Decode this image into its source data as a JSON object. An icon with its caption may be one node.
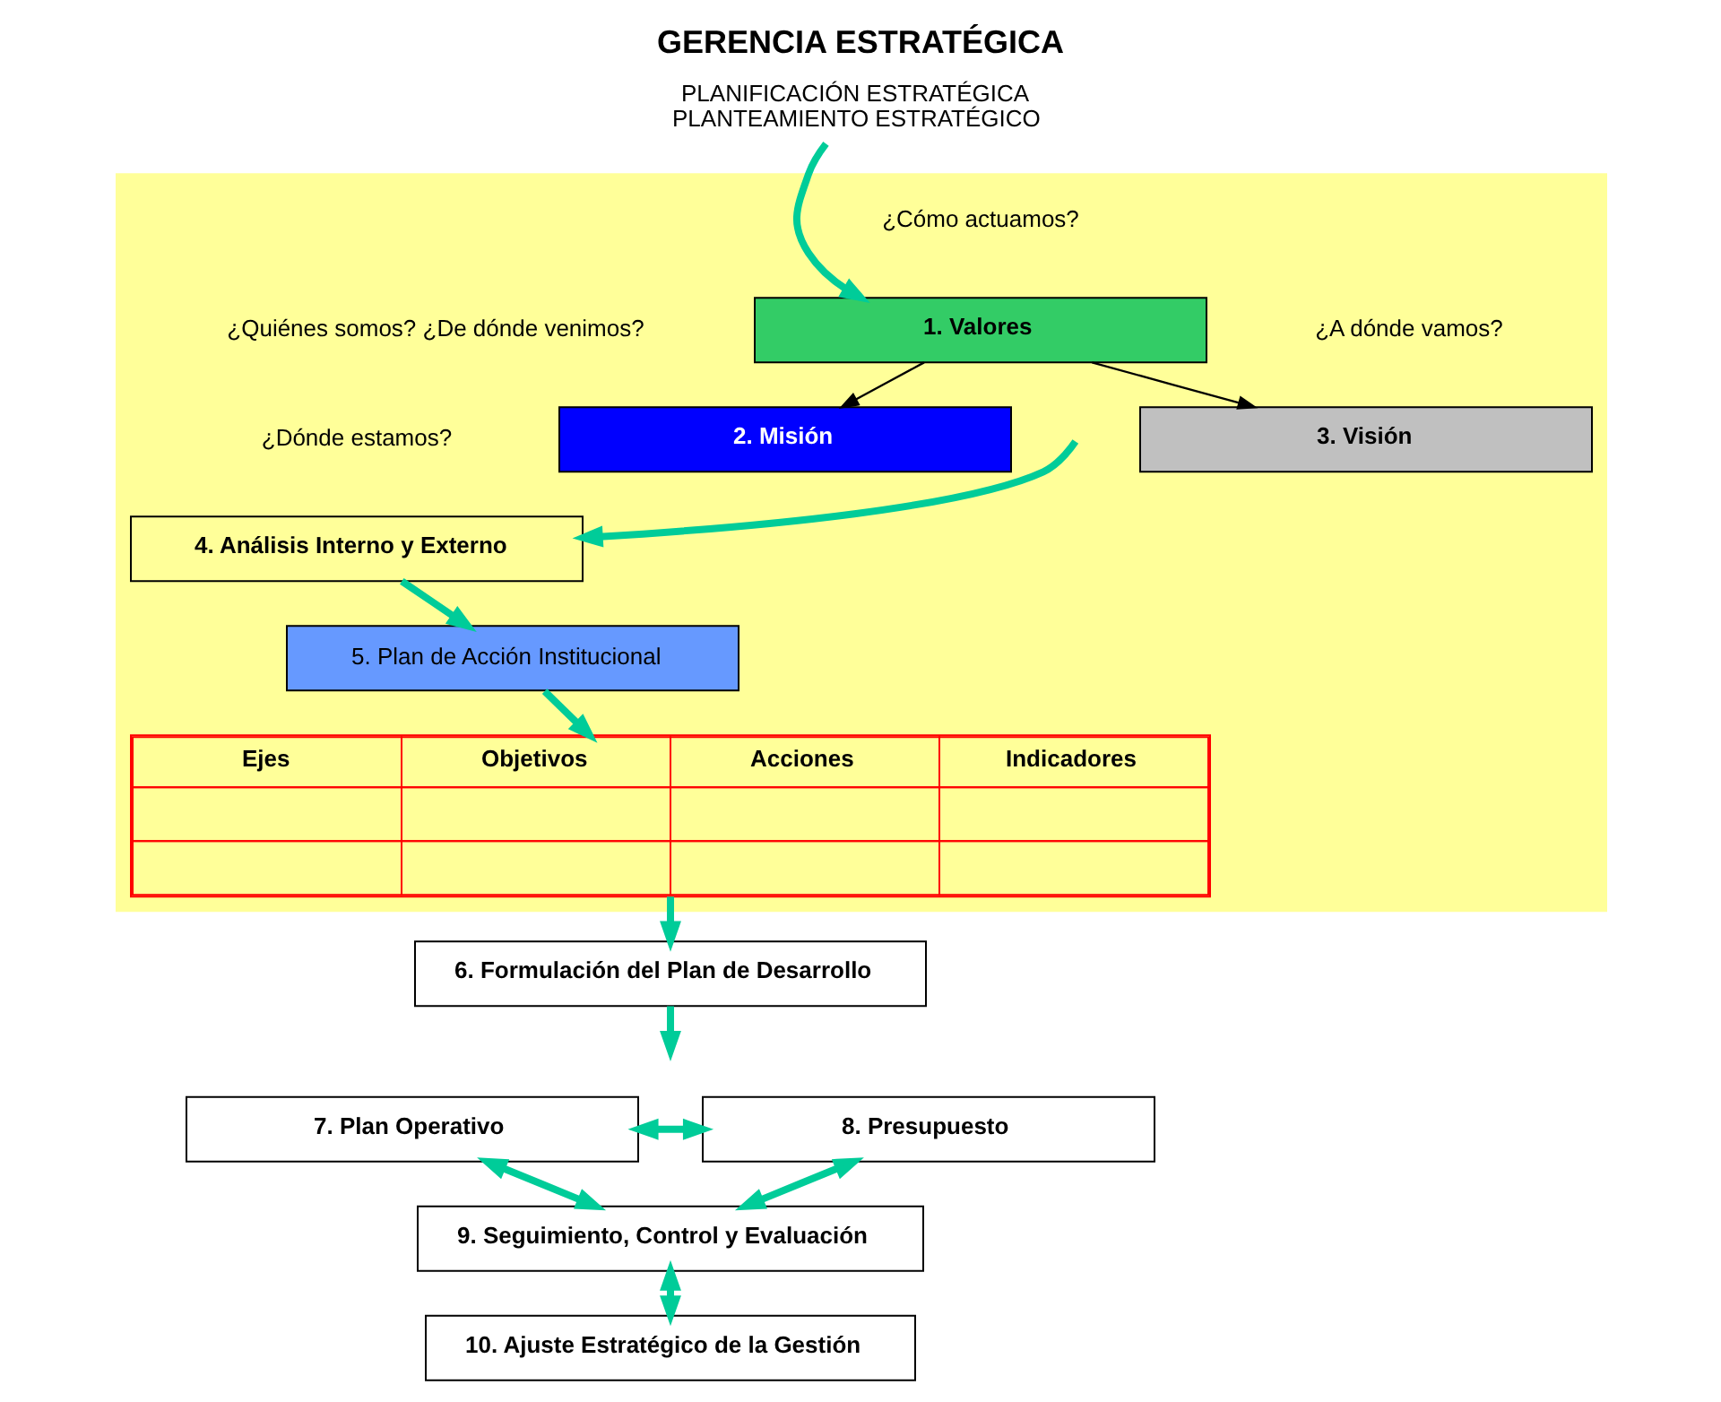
{
  "diagram": {
    "title": "GERENCIA ESTRATÉGICA",
    "nodes": [
      {
        "text": [
          "PLANIFICACIÓN ESTRATÉGICA",
          "PLANTEAMIENTO ESTRATÉGICO"
        ]
      },
      {
        "text": [],
        "shape": "box"
      },
      {
        "text": [
          "1. Valores"
        ],
        "in": 1,
        "beside": [
          "¿Cómo actuamos?"
        ]
      },
      {
        "text": [
          "2. Misión"
        ],
        "in": 1,
        "beside": [
          "¿Quiénes somos? ¿De dónde venimos?"
        ]
      },
      {
        "text": [
          "3. Visión"
        ],
        "in": 1,
        "beside": [
          "¿A dónde vamos?"
        ]
      },
      {
        "text": [
          "4. Análisis Interno y Externo"
        ],
        "in": 1,
        "beside": [
          "¿Dónde estamos?"
        ]
      },
      {
        "text": [
          "5. Plan de Acción Institucional"
        ],
        "in": 1
      },
      {
        "text": [
          "Ejes",
          "Objetivos",
          "Acciones",
          "Indicadores"
        ],
        "in": 1
      },
      {
        "text": [
          "6. Formulación del Plan de Desarrollo"
        ]
      },
      {
        "text": [
          "7. Plan Operativo"
        ]
      },
      {
        "text": [
          "8. Presupuesto"
        ]
      },
      {
        "text": [
          "9. Seguimiento, Control y Evaluación"
        ]
      },
      {
        "text": [
          "10. Ajuste Estratégico de la Gestión"
        ]
      }
    ],
    "edges": [
      {
        "from": 0,
        "to": 2,
        "arrow": "to"
      },
      {
        "from": 2,
        "to": 3,
        "arrow": "to",
        "color": "#000000"
      },
      {
        "from": 2,
        "to": 4,
        "arrow": "to",
        "color": "#000000"
      },
      {
        "from": null,
        "to": 5,
        "arrow": "to"
      },
      {
        "from": 5,
        "to": 6,
        "arrow": "to"
      },
      {
        "from": 6,
        "to": 7,
        "arrow": "to"
      },
      {
        "from": 7,
        "to": 8,
        "arrow": "to"
      },
      {
        "from": 8,
        "to": null,
        "arrow": "to"
      },
      {
        "from": 9,
        "to": 10,
        "arrow": "both"
      },
      {
        "from": 9,
        "to": 11,
        "arrow": "both"
      },
      {
        "from": 10,
        "to": 11,
        "arrow": "both"
      },
      {
        "from": 11,
        "to": 12,
        "arrow": "both"
      }
    ]
  }
}
